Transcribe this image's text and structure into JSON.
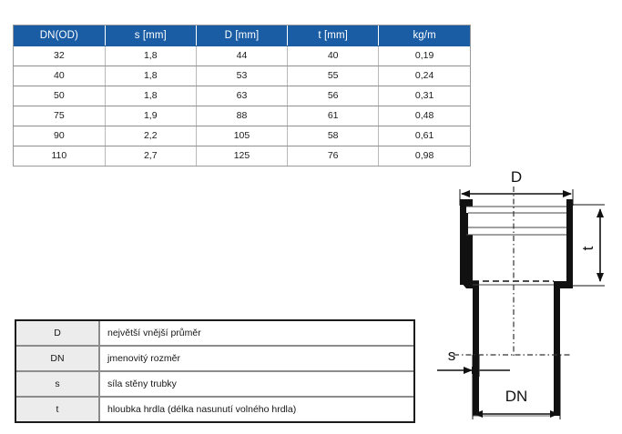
{
  "spec_table": {
    "name": "pipe-dimension-table",
    "headers": [
      "DN(OD)",
      "s [mm]",
      "D [mm]",
      "t [mm]",
      "kg/m"
    ],
    "header_bg": "#1a5da5",
    "header_color": "#ffffff",
    "rows": [
      [
        "32",
        "1,8",
        "44",
        "40",
        "0,19"
      ],
      [
        "40",
        "1,8",
        "53",
        "55",
        "0,24"
      ],
      [
        "50",
        "1,8",
        "63",
        "56",
        "0,31"
      ],
      [
        "75",
        "1,9",
        "88",
        "61",
        "0,48"
      ],
      [
        "90",
        "2,2",
        "105",
        "58",
        "0,61"
      ],
      [
        "110",
        "2,7",
        "125",
        "76",
        "0,98"
      ]
    ]
  },
  "legend_table": {
    "name": "symbol-legend-table",
    "rows": [
      {
        "symbol": "D",
        "description": "největší vnější průměr"
      },
      {
        "symbol": "DN",
        "description": "jmenovitý rozměr"
      },
      {
        "symbol": "s",
        "description": "síla stěny trubky"
      },
      {
        "symbol": "t",
        "description": "hloubka hrdla (délka nasunutí volného hrdla)"
      }
    ]
  },
  "drawing": {
    "name": "pipe-cross-section-diagram",
    "labels": {
      "diameter": "D",
      "socket_depth": "t",
      "wall_thickness": "s",
      "nominal_size": "DN"
    },
    "line_color": "#111111"
  }
}
